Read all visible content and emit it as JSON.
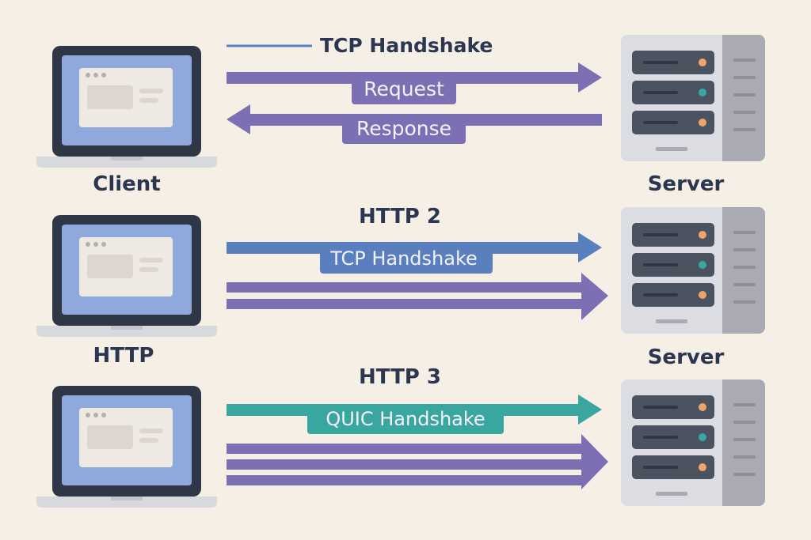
{
  "colors": {
    "background": "#f6efe6",
    "purple": "#7d6fb3",
    "blue": "#5a7fbe",
    "teal": "#3aa6a0",
    "dark_text": "#2b3650",
    "light_text": "#f4f1fb",
    "laptop_frame": "#2f3645",
    "laptop_screen": "#8fa9dc",
    "laptop_base": "#d8d9dd",
    "window_bg": "#eeeae3",
    "window_block": "#dcd6cf",
    "server_body": "#dcdde2",
    "server_side": "#a9aab2",
    "server_slot": "#4b5260",
    "led_orange": "#f0a36a",
    "led_teal": "#3aa6a0"
  },
  "section1": {
    "legend_label": "TCP Handshake",
    "request_label": "Request",
    "response_label": "Response",
    "client_label": "Client",
    "server_label": "Server"
  },
  "section2": {
    "title": "HTTP 2",
    "handshake_label": "TCP Handshake",
    "client_label": "HTTP",
    "server_label": "Server"
  },
  "section3": {
    "title": "HTTP 3",
    "handshake_label": "QUIC Handshake"
  },
  "icons": {
    "client": "laptop-icon",
    "server": "server-rack-icon"
  }
}
